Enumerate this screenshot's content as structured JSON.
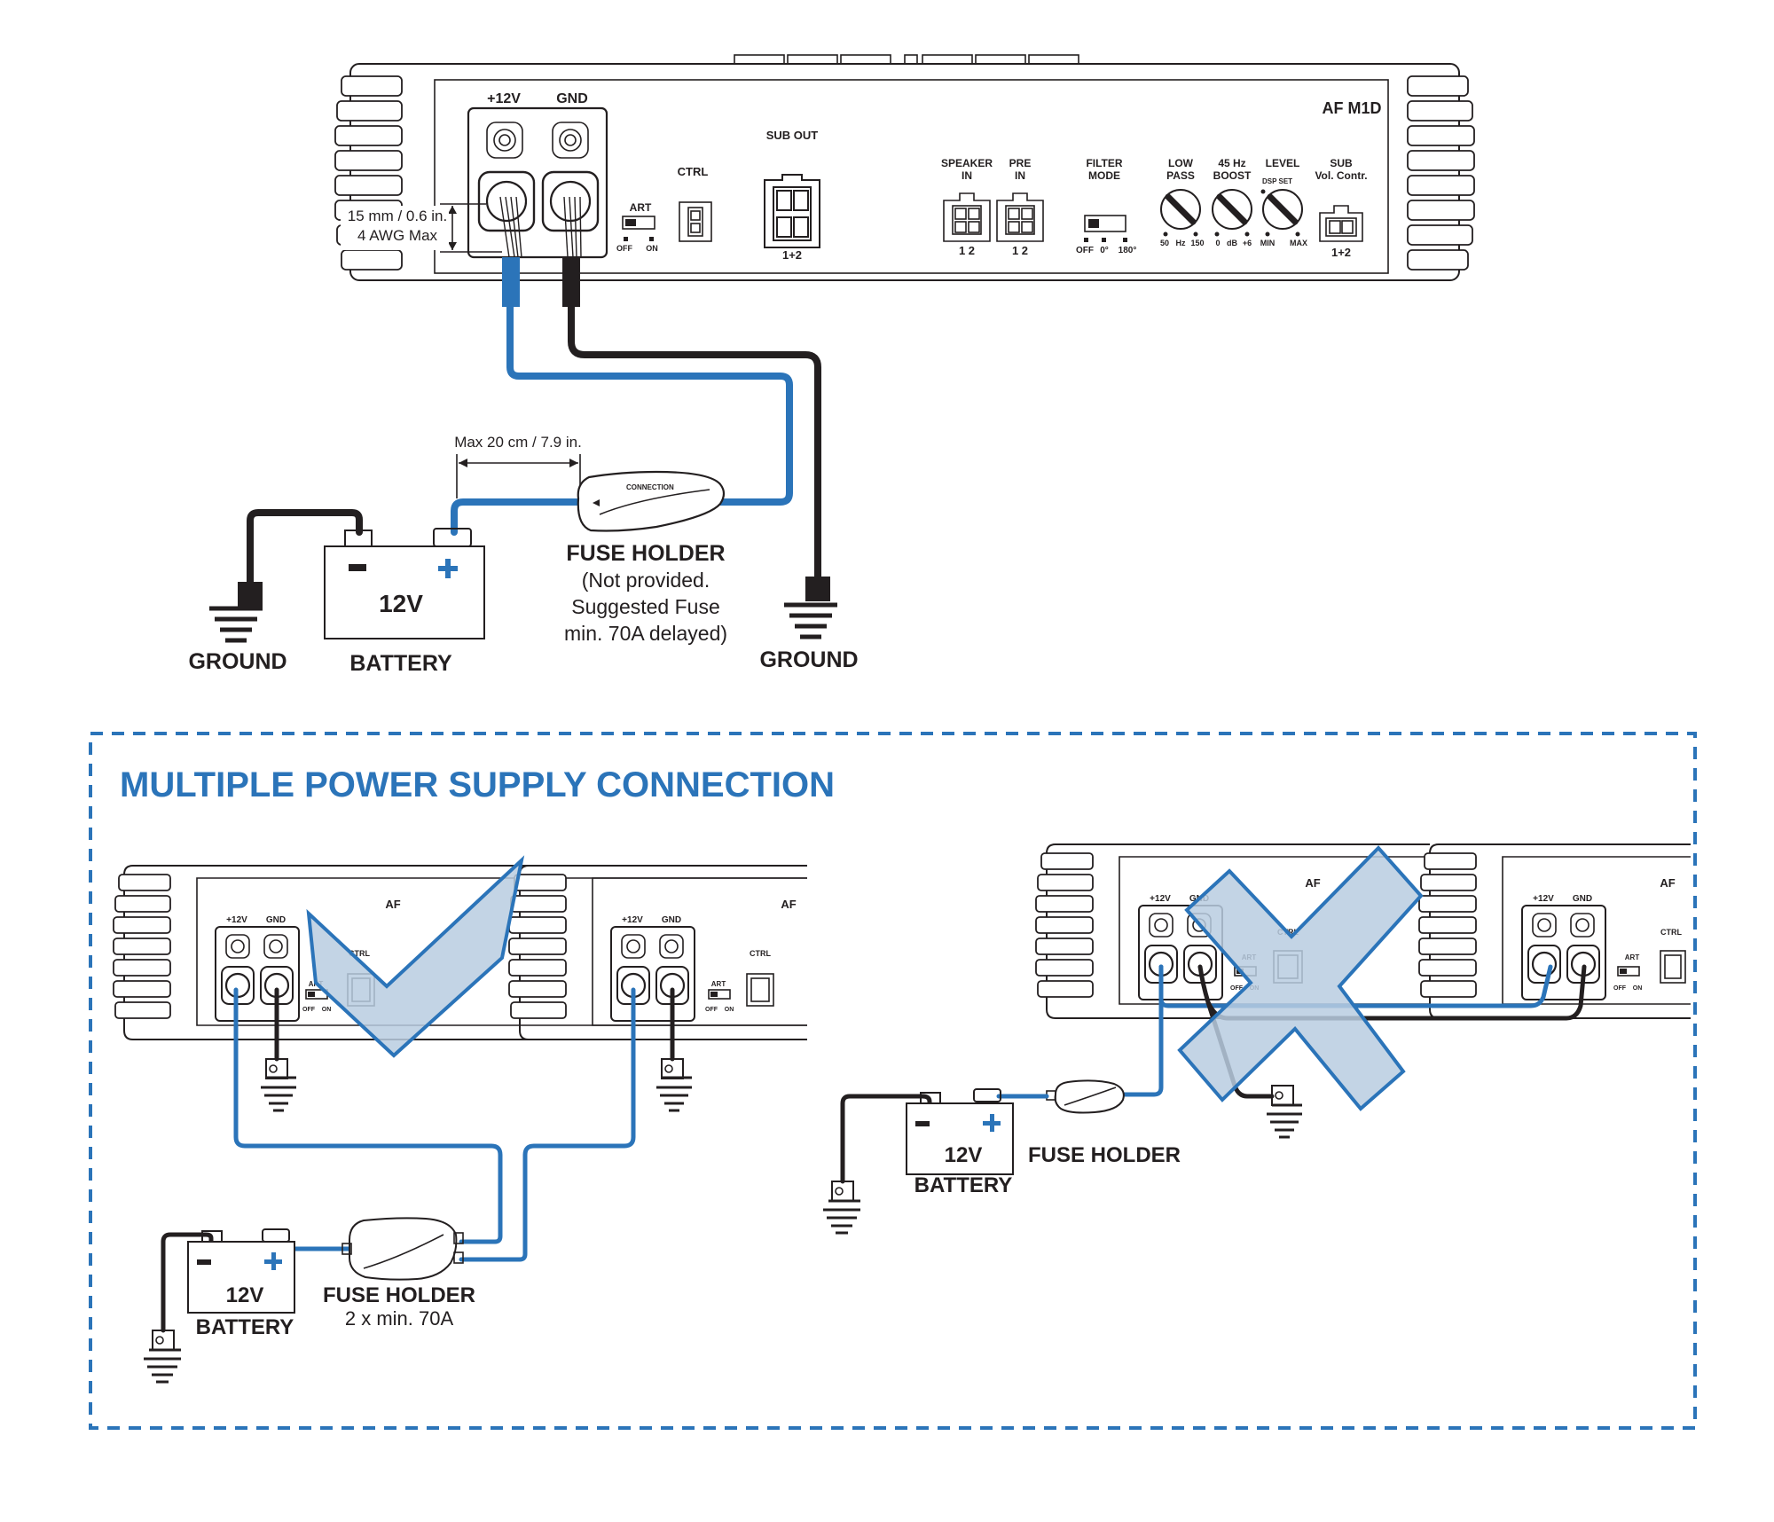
{
  "amplifier": {
    "model": "AF M1D",
    "terminals": {
      "plus": "+12V",
      "gnd": "GND"
    },
    "art": {
      "label": "ART",
      "off": "OFF",
      "on": "ON"
    },
    "ctrl": "CTRL",
    "sub_out": {
      "label": "SUB OUT",
      "sub": "1+2"
    },
    "speaker_in": {
      "line1": "SPEAKER",
      "line2": "IN",
      "nums": "1  2"
    },
    "pre_in": {
      "line1": "PRE",
      "line2": "IN",
      "nums": "1  2"
    },
    "filter_mode": {
      "line1": "FILTER",
      "line2": "MODE",
      "off": "OFF",
      "zero": "0°",
      "one80": "180°"
    },
    "low_pass": {
      "line1": "LOW",
      "line2": "PASS",
      "min": "50",
      "unit": "Hz",
      "max": "150"
    },
    "boost": {
      "line1": "45 Hz",
      "line2": "BOOST",
      "min": "0",
      "unit": "dB",
      "max": "+6"
    },
    "level": {
      "line1": "LEVEL",
      "dsp": "DSP SET",
      "min": "MIN",
      "max": "MAX"
    },
    "sub_vol": {
      "line1": "SUB",
      "line2": "Vol. Contr.",
      "sub": "1+2"
    }
  },
  "annotations": {
    "cable_size_line1": "15 mm / 0.6 in.",
    "cable_size_line2": "4 AWG Max",
    "max_distance": "Max 20 cm / 7.9 in."
  },
  "top_diagram": {
    "fuse_brand": "CONNECTION",
    "fuse_title": "FUSE HOLDER",
    "fuse_note_1": "(Not provided.",
    "fuse_note_2": "Suggested Fuse",
    "fuse_note_3": "min. 70A delayed)",
    "battery_voltage": "12V",
    "battery_label": "BATTERY",
    "ground_left": "GROUND",
    "ground_right": "GROUND",
    "minus": "−",
    "plus": "+"
  },
  "multiple": {
    "title": "MULTIPLE POWER SUPPLY CONNECTION",
    "amp_short_label": "AF",
    "left": {
      "battery_voltage": "12V",
      "battery_label": "BATTERY",
      "fuse_title": "FUSE HOLDER",
      "fuse_note": "2 x min. 70A"
    },
    "right": {
      "battery_voltage": "12V",
      "battery_label": "BATTERY",
      "fuse_title": "FUSE HOLDER"
    }
  },
  "colors": {
    "accent_blue": "#2b74b9",
    "dark": "#231f20",
    "overlay_fill": "#b9cde0"
  }
}
